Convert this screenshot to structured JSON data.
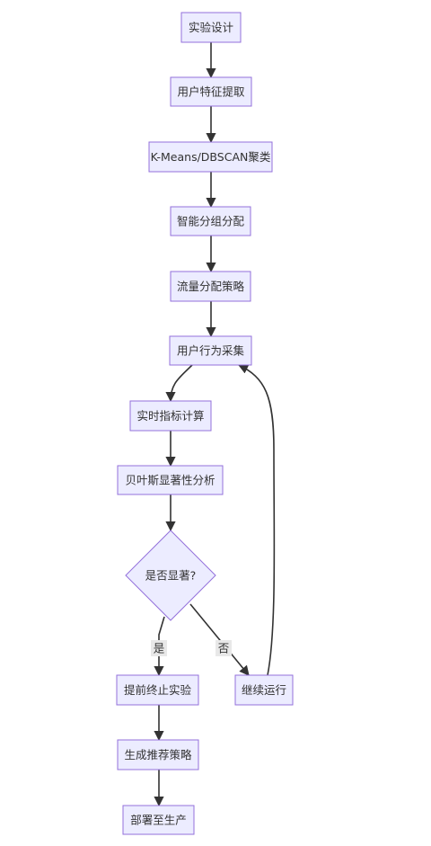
{
  "flowchart": {
    "nodes": {
      "design": {
        "label": "实验设计"
      },
      "features": {
        "label": "用户特征提取"
      },
      "cluster": {
        "label": "K-Means/DBSCAN聚类"
      },
      "grouping": {
        "label": "智能分组分配"
      },
      "traffic": {
        "label": "流量分配策略"
      },
      "collect": {
        "label": "用户行为采集"
      },
      "metrics": {
        "label": "实时指标计算"
      },
      "bayes": {
        "label": "贝叶斯显著性分析"
      },
      "decision": {
        "label": "是否显著?"
      },
      "stop": {
        "label": "提前终止实验"
      },
      "continue": {
        "label": "继续运行"
      },
      "recommend": {
        "label": "生成推荐策略"
      },
      "deploy": {
        "label": "部署至生产"
      }
    },
    "edge_labels": {
      "yes": "是",
      "no": "否"
    }
  },
  "colors": {
    "node_fill": "#ECECFF",
    "node_stroke": "#9370DB",
    "edge": "#333333",
    "edge_label_bg": "#E8E8E8",
    "text": "#333333"
  }
}
